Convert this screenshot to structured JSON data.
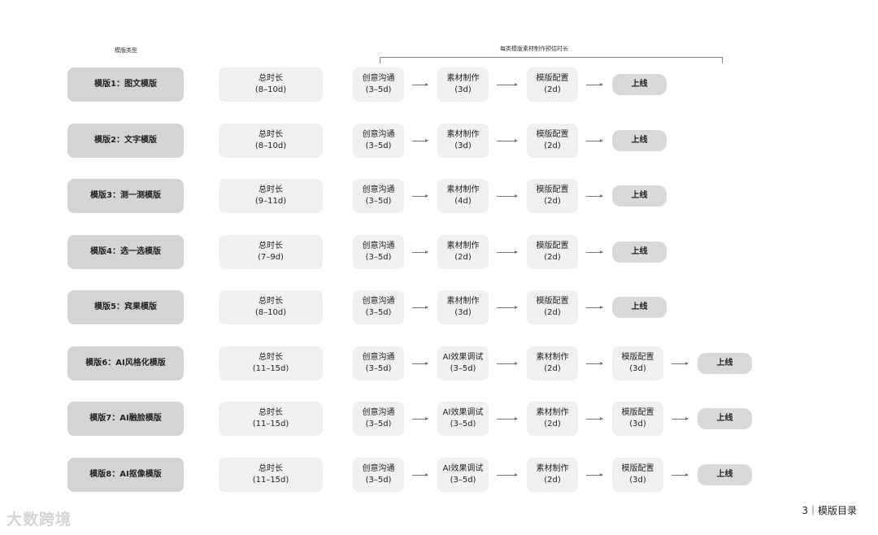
{
  "header": {
    "type_label": "模版类型",
    "duration_label": "每类模版素材制作预估时长"
  },
  "rows": [
    {
      "type": "模版1：图文模版",
      "total": {
        "title": "总时长",
        "sub": "(8–10d)"
      },
      "steps": [
        {
          "title": "创意沟通",
          "sub": "(3–5d)"
        },
        {
          "title": "素材制作",
          "sub": "(3d)"
        },
        {
          "title": "模版配置",
          "sub": "(2d)"
        },
        {
          "title": "上线",
          "sub": ""
        }
      ]
    },
    {
      "type": "模版2：文字模版",
      "total": {
        "title": "总时长",
        "sub": "(8–10d)"
      },
      "steps": [
        {
          "title": "创意沟通",
          "sub": "(3–5d)"
        },
        {
          "title": "素材制作",
          "sub": "(3d)"
        },
        {
          "title": "模版配置",
          "sub": "(2d)"
        },
        {
          "title": "上线",
          "sub": ""
        }
      ]
    },
    {
      "type": "模版3：测一测模版",
      "total": {
        "title": "总时长",
        "sub": "(9–11d)"
      },
      "steps": [
        {
          "title": "创意沟通",
          "sub": "(3–5d)"
        },
        {
          "title": "素材制作",
          "sub": "(4d)"
        },
        {
          "title": "模版配置",
          "sub": "(2d)"
        },
        {
          "title": "上线",
          "sub": ""
        }
      ]
    },
    {
      "type": "模版4：选一选模版",
      "total": {
        "title": "总时长",
        "sub": "(7–9d)"
      },
      "steps": [
        {
          "title": "创意沟通",
          "sub": "(3–5d)"
        },
        {
          "title": "素材制作",
          "sub": "(2d)"
        },
        {
          "title": "模版配置",
          "sub": "(2d)"
        },
        {
          "title": "上线",
          "sub": ""
        }
      ]
    },
    {
      "type": "模版5：宾果模版",
      "total": {
        "title": "总时长",
        "sub": "(8–10d)"
      },
      "steps": [
        {
          "title": "创意沟通",
          "sub": "(3–5d)"
        },
        {
          "title": "素材制作",
          "sub": "(3d)"
        },
        {
          "title": "模版配置",
          "sub": "(2d)"
        },
        {
          "title": "上线",
          "sub": ""
        }
      ]
    },
    {
      "type": "模版6：AI风格化模版",
      "total": {
        "title": "总时长",
        "sub": "(11–15d)"
      },
      "steps": [
        {
          "title": "创意沟通",
          "sub": "(3–5d)"
        },
        {
          "title": "AI效果调试",
          "sub": "(3–5d)"
        },
        {
          "title": "素材制作",
          "sub": "(2d)"
        },
        {
          "title": "模版配置",
          "sub": "(3d)"
        },
        {
          "title": "上线",
          "sub": ""
        }
      ]
    },
    {
      "type": "模版7：AI融脸模版",
      "total": {
        "title": "总时长",
        "sub": "(11–15d)"
      },
      "steps": [
        {
          "title": "创意沟通",
          "sub": "(3–5d)"
        },
        {
          "title": "AI效果调试",
          "sub": "(3–5d)"
        },
        {
          "title": "素材制作",
          "sub": "(2d)"
        },
        {
          "title": "模版配置",
          "sub": "(3d)"
        },
        {
          "title": "上线",
          "sub": ""
        }
      ]
    },
    {
      "type": "模版8：AI抠像模版",
      "total": {
        "title": "总时长",
        "sub": "(11–15d)"
      },
      "steps": [
        {
          "title": "创意沟通",
          "sub": "(3–5d)"
        },
        {
          "title": "AI效果调试",
          "sub": "(3–5d)"
        },
        {
          "title": "素材制作",
          "sub": "(2d)"
        },
        {
          "title": "模版配置",
          "sub": "(3d)"
        },
        {
          "title": "上线",
          "sub": ""
        }
      ]
    }
  ],
  "footer": {
    "page": "3｜模版目录",
    "watermark": "大数跨境"
  }
}
